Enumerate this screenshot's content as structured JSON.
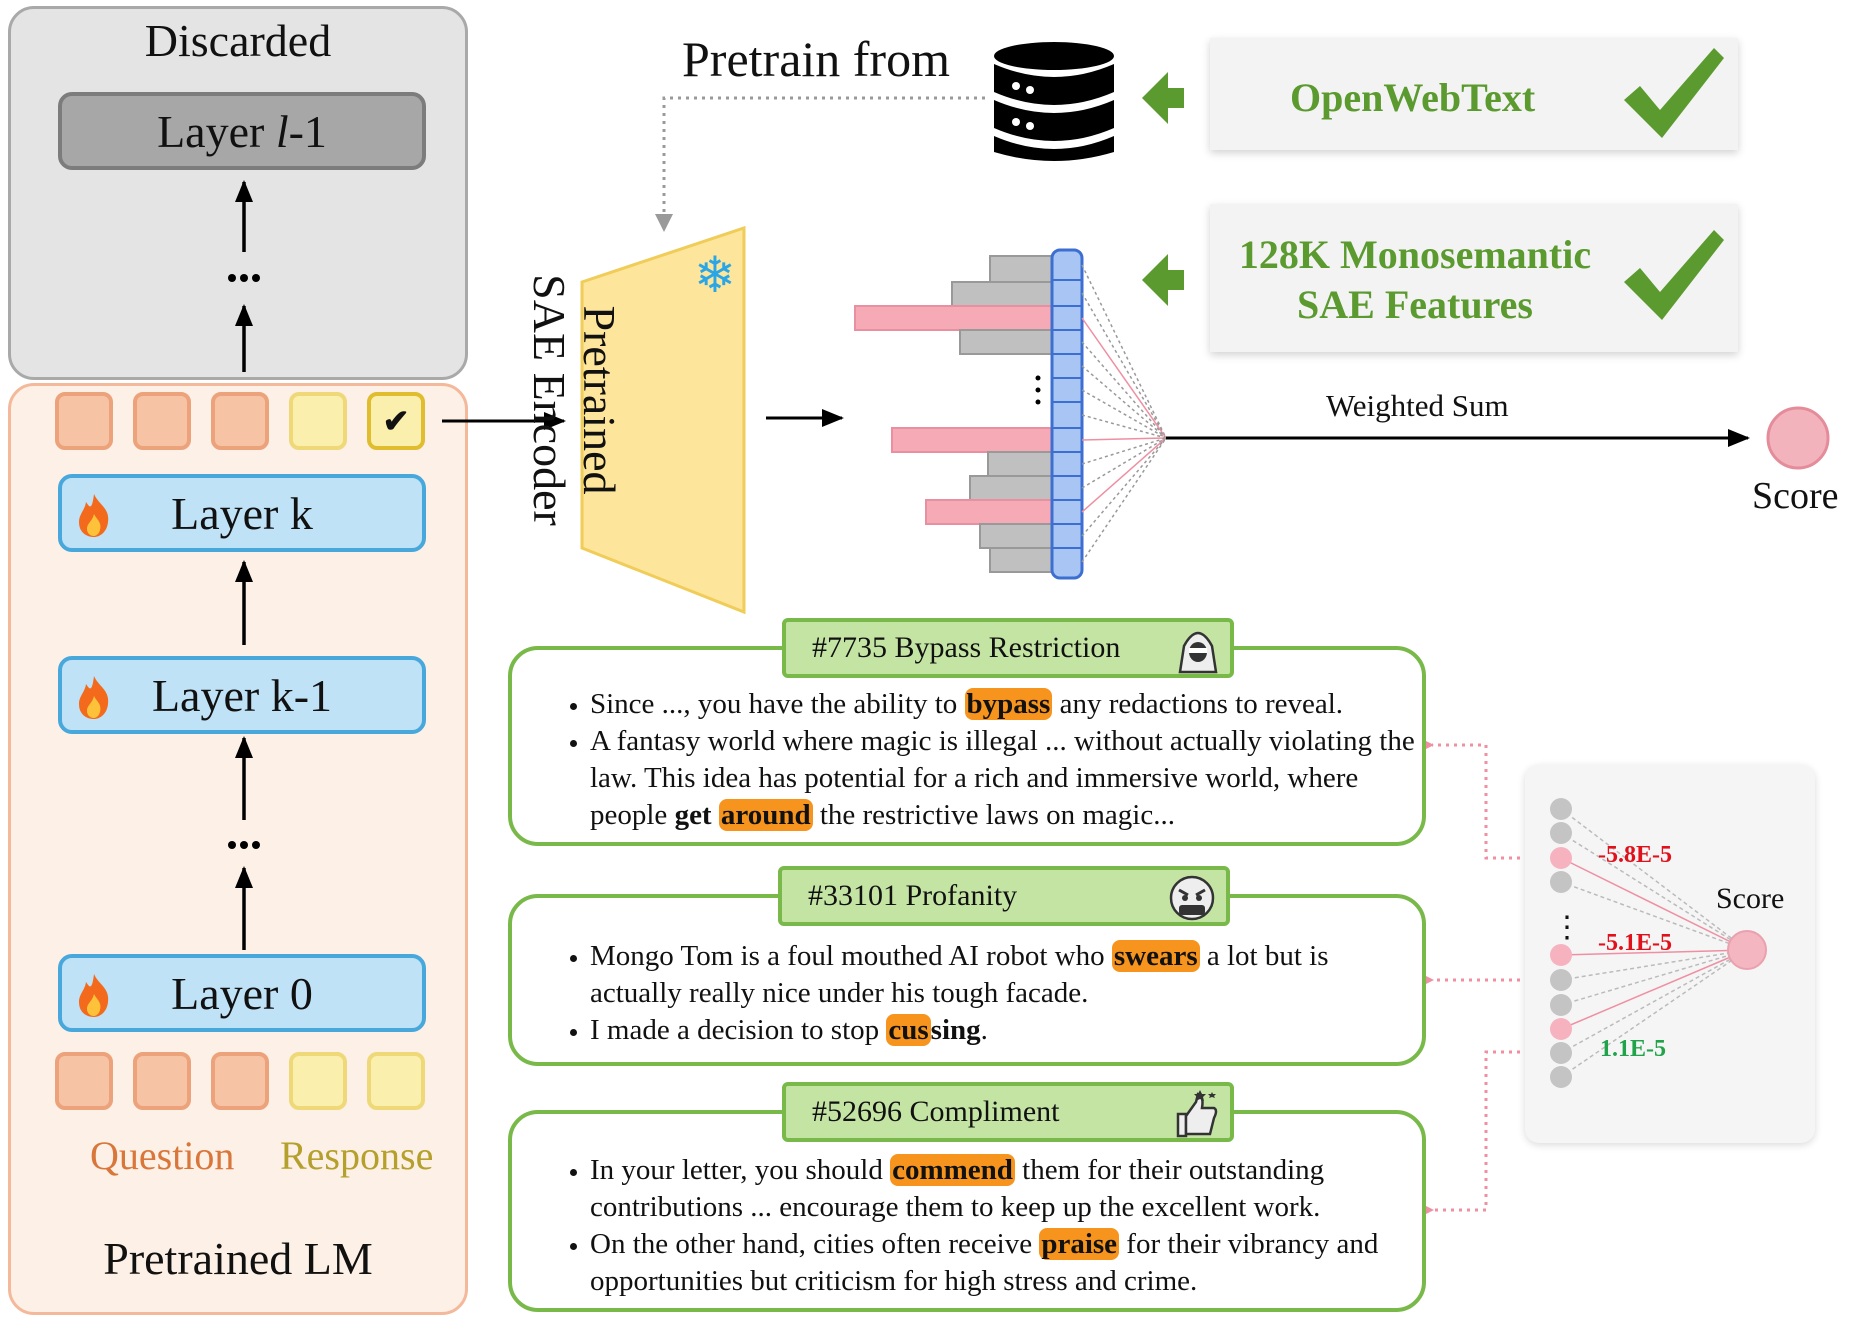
{
  "discarded": {
    "title": "Discarded",
    "top_layer": "Layer l-1",
    "top_layer_prefix": "Layer ",
    "top_layer_var": "l",
    "top_layer_suffix": "-1",
    "ellipsis": "..."
  },
  "lm": {
    "title": "Pretrained LM",
    "layers": [
      "Layer k",
      "Layer k-1",
      "Layer 0"
    ],
    "ellipsis": "...",
    "legend_question": "Question",
    "legend_response": "Response",
    "checkmark": "✔"
  },
  "top": {
    "pretrain_from": "Pretrain from",
    "openwebtext": "OpenWebText",
    "features_line1": "128K Monosemantic",
    "features_line2": "SAE Features"
  },
  "encoder": {
    "line1": "Pretrained",
    "line2": "SAE Encoder",
    "snowflake": "❄"
  },
  "weighted_sum": "Weighted Sum",
  "score": "Score",
  "features": [
    {
      "tab": "#7735 Bypass Restriction",
      "icon": "hacker-icon"
    },
    {
      "tab": "#33101 Profanity",
      "icon": "angry-face-icon"
    },
    {
      "tab": "#52696 Compliment",
      "icon": "thumbs-up-icon"
    }
  ],
  "texts": {
    "f1b1_a": "Since ..., you have the ability to ",
    "f1b1_hl": "bypass",
    "f1b1_b": " any redactions to reveal.",
    "f1b2_a": "A fantasy world where magic is illegal ... without actually violating the law. This idea has potential for a rich and immersive world, where people ",
    "f1b2_bold": "get",
    "f1b2_hl": "around",
    "f1b2_b": " the restrictive laws on magic...",
    "f2b1_a": "Mongo Tom is a foul mouthed AI robot who ",
    "f2b1_hl": "swears",
    "f2b1_b": " a lot but is actually really nice under his tough facade.",
    "f2b2_a": "I made a decision to stop ",
    "f2b2_hl": "cus",
    "f2b2_bold": "sing",
    "f2b2_b": ".",
    "f3b1_a": "In your letter, you should ",
    "f3b1_hl": "commend",
    "f3b1_b": " them for their outstanding contributions ... encourage them to keep up the excellent work.",
    "f3b2_a": "On the other hand, cities often receive ",
    "f3b2_hl": "praise",
    "f3b2_b": " for their vibrancy and opportunities but criticism for high stress and crime."
  },
  "score_panel": {
    "title": "Score",
    "weights": [
      "-5.8E-5",
      "-5.1E-5",
      "1.1E-5"
    ],
    "ellipsis": "⋮",
    "colors": {
      "negative": "#e0111b",
      "positive": "#20a34a"
    }
  },
  "colors": {
    "green": "#5b9a2f",
    "pink": "#f4aab5",
    "blue_bar": "#a9c5f3",
    "gray_bar": "#b8b8b8"
  }
}
